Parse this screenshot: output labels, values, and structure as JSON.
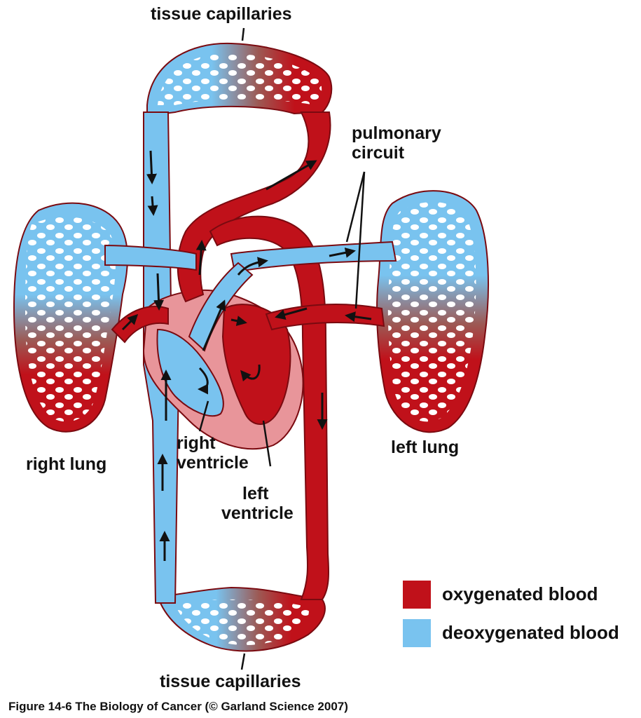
{
  "labels": {
    "tissue_top": "tissue capillaries",
    "pulmonary_line1": "pulmonary",
    "pulmonary_line2": "circuit",
    "right_lung": "right lung",
    "left_lung": "left lung",
    "right_ventricle_line1": "right",
    "right_ventricle_line2": "ventricle",
    "left_ventricle_line1": "left",
    "left_ventricle_line2": "ventricle",
    "tissue_bottom": "tissue capillaries"
  },
  "legend": [
    {
      "label": "oxygenated blood",
      "color": "#c0111a"
    },
    {
      "label": "deoxygenated blood",
      "color": "#79c3ef"
    }
  ],
  "caption": "Figure 14-6  The Biology of Cancer (© Garland Science 2007)",
  "colors": {
    "oxygenated": "#c0111a",
    "deoxygenated": "#79c3ef",
    "heart_tissue": "#e8959a",
    "outline": "#7a0a10"
  }
}
